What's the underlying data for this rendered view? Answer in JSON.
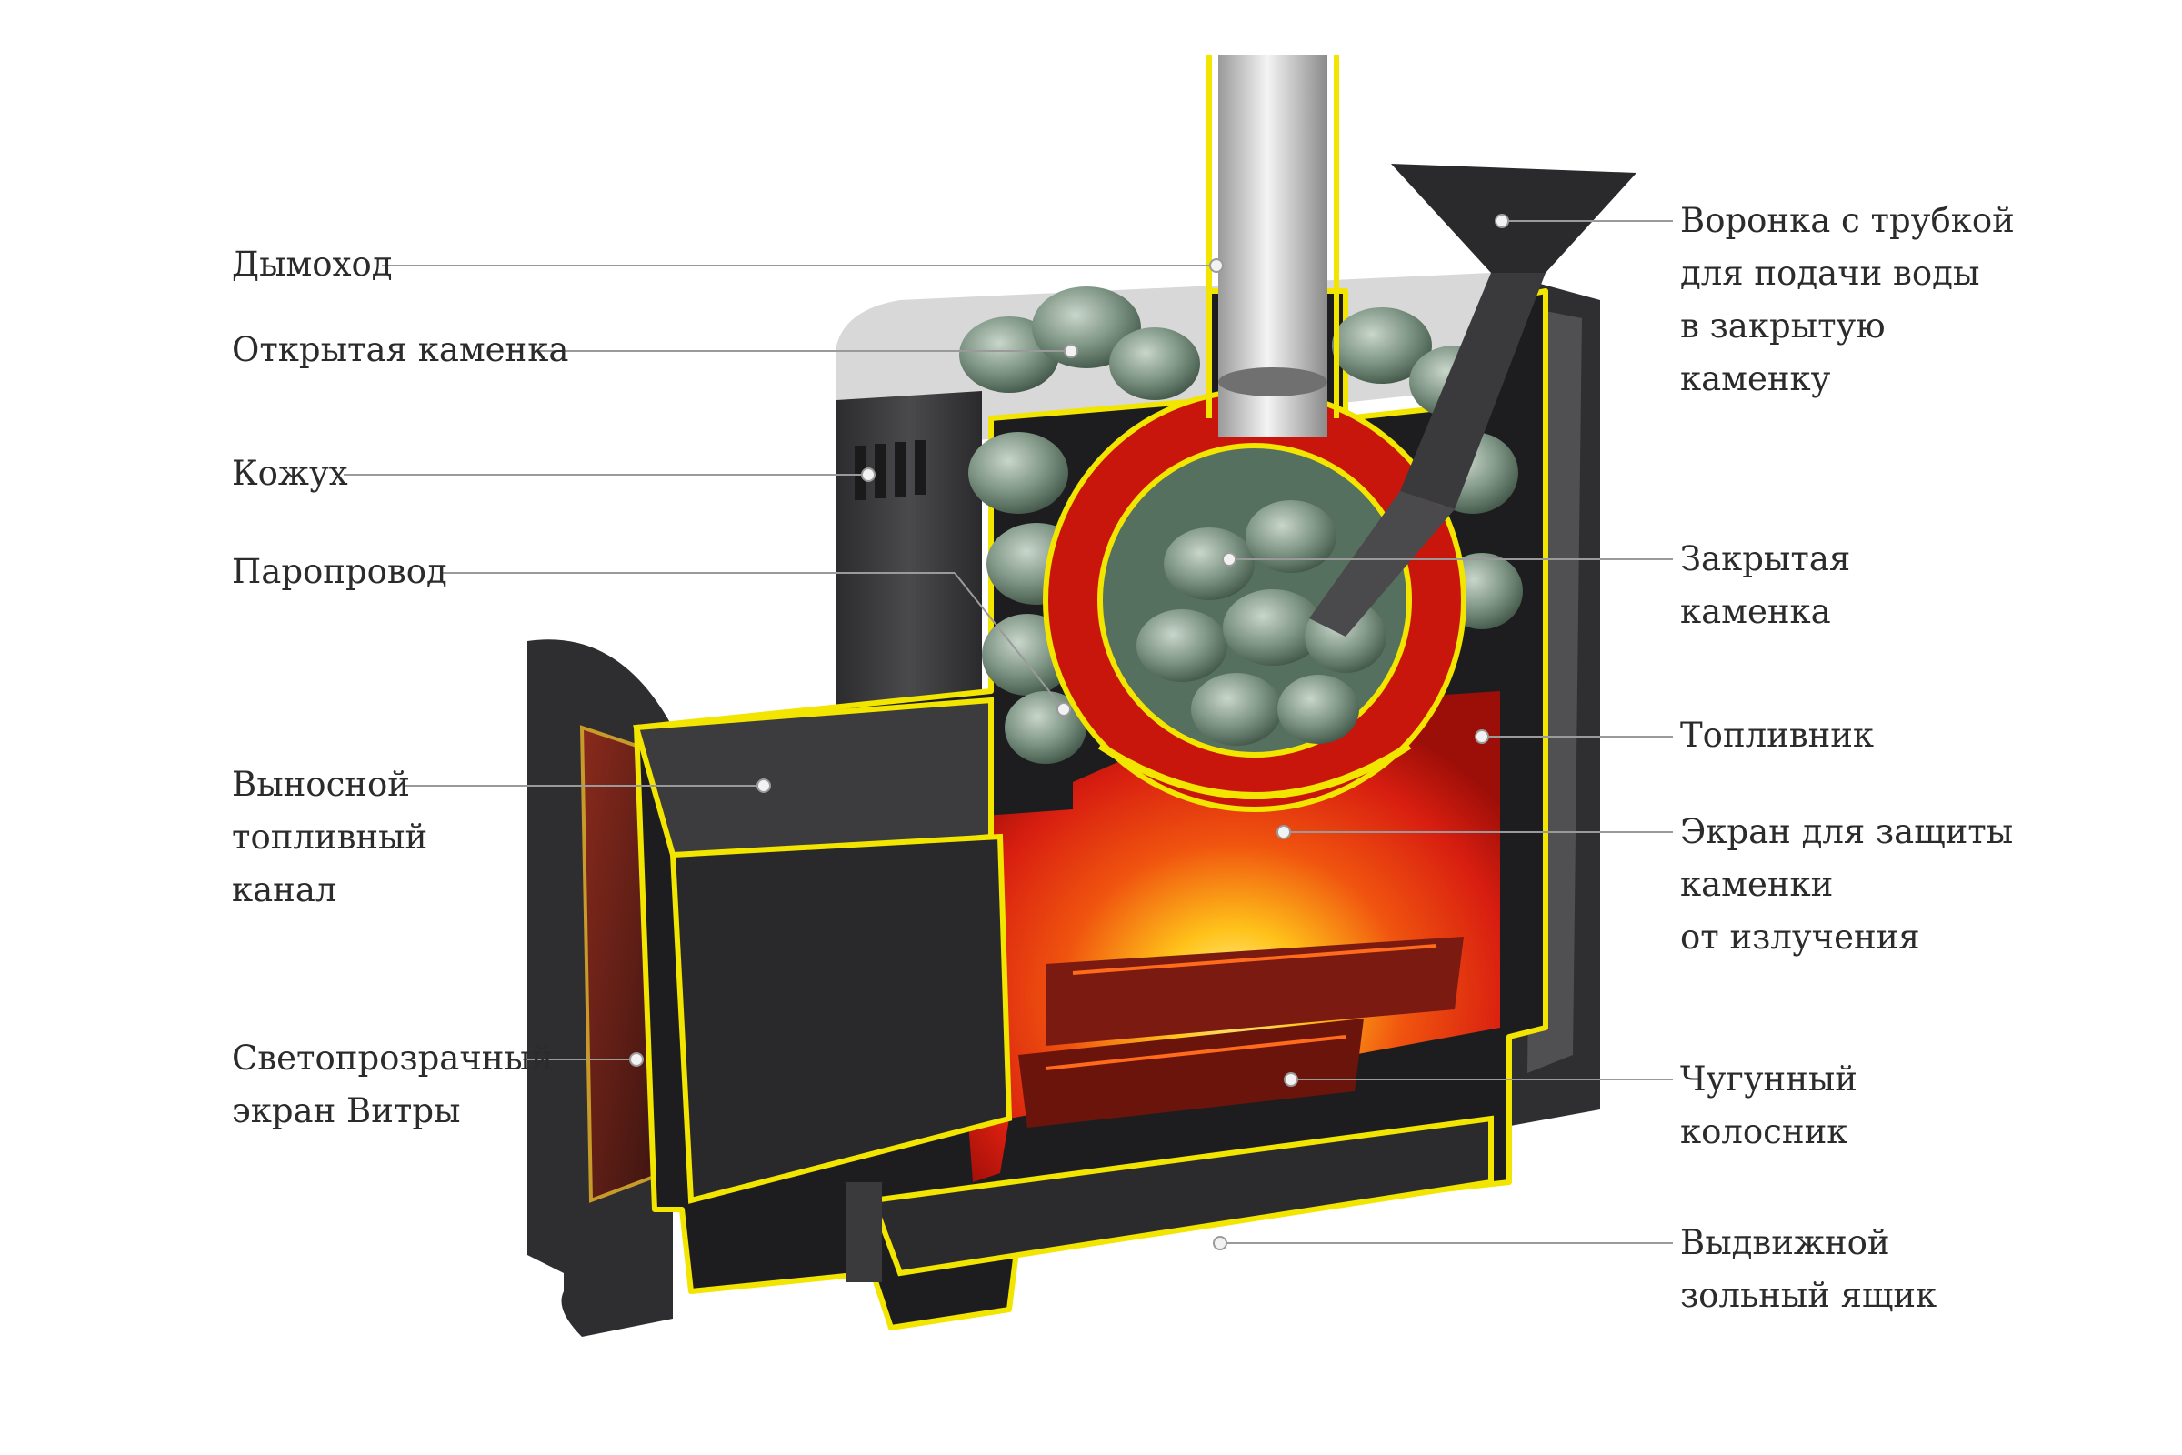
{
  "colors": {
    "outline": "#f2e500",
    "fire_bright": "#ffc21a",
    "fire_red": "#d81e10",
    "stones": "#6d8674",
    "metal_dark": "#3b3b3d",
    "callout_line": "#9a9a9a",
    "text": "#2b2b2b"
  },
  "labels": {
    "chimney": [
      "Дымоход"
    ],
    "open_heater": [
      "Открытая каменка"
    ],
    "casing": [
      "Кожух"
    ],
    "steam_pipe": [
      "Паропровод"
    ],
    "remote_fuel_channel": [
      "Выносной",
      "топливный",
      "канал"
    ],
    "glass_screen": [
      "Светопрозрачный",
      "экран Витры"
    ],
    "water_funnel": [
      "Воронка с трубкой",
      "для подачи воды",
      "в закрытую",
      "каменку"
    ],
    "closed_heater": [
      "Закрытая",
      "каменка"
    ],
    "firebox": [
      "Топливник"
    ],
    "radiation_screen": [
      "Экран для защиты",
      "каменки",
      "от излучения"
    ],
    "cast_iron_grate": [
      "Чугунный",
      "колосник"
    ],
    "ash_drawer": [
      "Выдвижной",
      "зольный ящик"
    ]
  }
}
